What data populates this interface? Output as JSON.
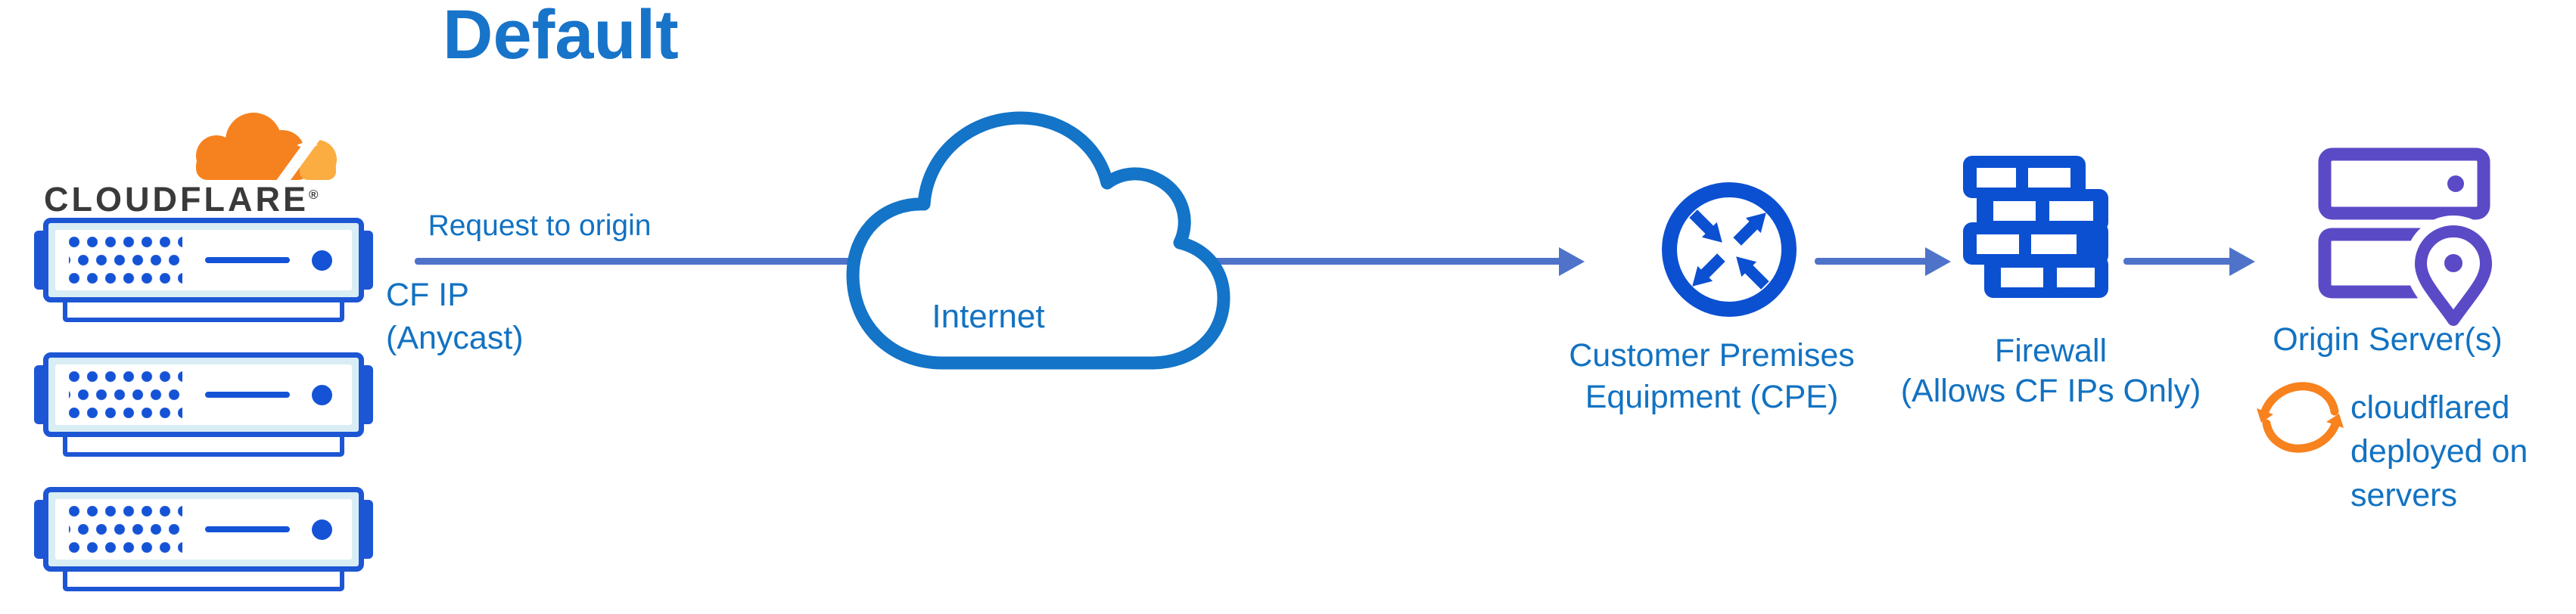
{
  "title": "Default",
  "cloudflare": {
    "wordmark": "CLOUDFLARE",
    "registered_mark": "®",
    "edge_servers_shown": 3
  },
  "connection": {
    "request_label": "Request to origin",
    "cf_ip_line1": "CF IP",
    "cf_ip_line2": "(Anycast)"
  },
  "internet": {
    "label": "Internet"
  },
  "cpe": {
    "label_line1": "Customer Premises",
    "label_line2": "Equipment (CPE)"
  },
  "firewall": {
    "label_line1": "Firewall",
    "label_line2": "(Allows CF IPs Only)"
  },
  "origin": {
    "label": "Origin Server(s)",
    "note_line1": "cloudflared",
    "note_line2": "deployed on",
    "note_line3": "servers"
  },
  "icons": {
    "cloudflare_logo": "orange-cloud-logo",
    "edge_server": "blue-rack-server",
    "internet_cloud": "blue-cloud-outline",
    "cpe_router": "circle-with-crossing-arrows",
    "firewall": "blue-brick-wall",
    "origin_server": "purple-rack-servers-with-location-pin",
    "cloudflared_sync": "orange-circular-arrows"
  },
  "colors": {
    "heading_text": "#1774c9",
    "label_text": "#1272c2",
    "arrow": "#4e73c9",
    "icon_blue": "#0c50d2",
    "cloud_stroke": "#1374c8",
    "server_blue": "#1d56d4",
    "server_fill": "#d9edf4",
    "dot_blue": "#1553d6",
    "origin_purple": "#5b4ac6",
    "brand_orange": "#f6821f",
    "brand_orange_light": "#fbad41",
    "sync_orange": "#f8821d",
    "wordmark_black": "#3a3a3a"
  }
}
